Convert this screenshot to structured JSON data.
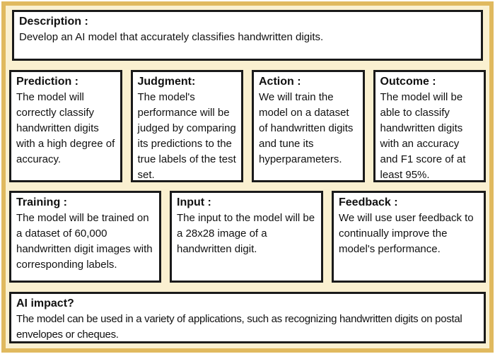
{
  "colors": {
    "frame": "#e0b95f",
    "background": "#faf0d0",
    "box_bg": "#ffffff",
    "box_border": "#1a1a1a"
  },
  "description": {
    "title": "Description :",
    "body": "Develop an AI model that accurately classifies handwritten digits."
  },
  "prediction": {
    "title": "Prediction :",
    "body": "The model will correctly classify handwritten digits with a high degree of accuracy."
  },
  "judgment": {
    "title": "Judgment:",
    "body": "The model's performance will be judged by comparing its predictions to the true labels of the test set."
  },
  "action": {
    "title": "Action :",
    "body": "We will train the model on a dataset of handwritten digits and tune its hyperparameters."
  },
  "outcome": {
    "title": "Outcome :",
    "body": "The model will be able to classify handwritten digits with an accuracy and F1 score of at least 95%."
  },
  "training": {
    "title": "Training :",
    "body": "The model will be trained on a dataset of 60,000 handwritten digit images with corresponding labels."
  },
  "input": {
    "title": "Input :",
    "body": "The input to the model will be a 28x28 image of a handwritten digit."
  },
  "feedback": {
    "title": "Feedback :",
    "body": "We will use user feedback to continually improve the model's performance."
  },
  "impact": {
    "title": "AI impact?",
    "body": "The model can be used in a variety of applications, such as recognizing handwritten digits on postal envelopes or cheques."
  }
}
